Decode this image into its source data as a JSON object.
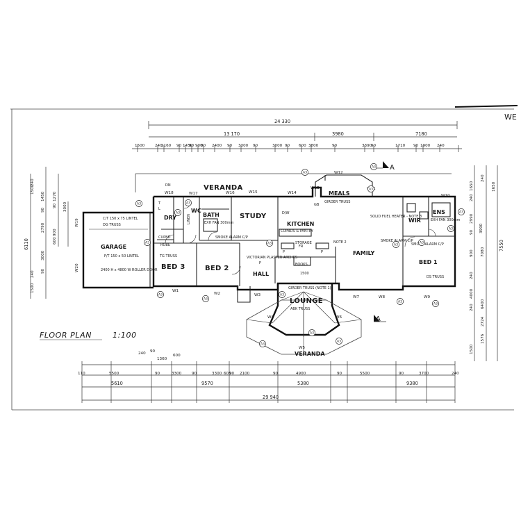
{
  "corner_label": "WE",
  "title": "FLOOR PLAN",
  "scale": "1:100",
  "rooms": {
    "veranda_front": "VERANDA",
    "meals": "MEALS",
    "bath": "BATH",
    "study": "STUDY",
    "kitchen": "KITCHEN",
    "wir": "WIR",
    "ens": "ENS",
    "dry": "DRY",
    "wc": "WC",
    "linen": "LINEN",
    "garage": "GARAGE",
    "bed3": "BED 3",
    "bed2": "BED 2",
    "hall": "HALL",
    "family": "FAMILY",
    "bed1": "BED 1",
    "lounge": "LOUNGE",
    "veranda_bay": "VERANDA",
    "robe": "ROBE",
    "cupbd": "CUPBD",
    "ldry": "L",
    "tl": "T",
    "gb": "GB"
  },
  "notes": {
    "garage_lintel1": "C/T 150 x 75 LINTEL",
    "garage_truss": "DG TRUSS",
    "garage_lintel2": "F/T 150 x 50 LINTEL",
    "garage_door": "2400 H x 4800 W ROLLER DOOR",
    "tg_truss": "TG TRUSS",
    "ds_truss": "DS TRUSS",
    "victorian_arches": "VICTORIAN PLASTER ARCHES",
    "girder_truss_top": "GIRDER TRUSS",
    "girder_truss_hall": "GIRDER TRUSS (NOTE 1)",
    "abk_truss": "ABK TRUSS",
    "solid_fuel": "SOLID FUEL HEATER - NOTE 3",
    "smoke_alarm_ens": "SMOKE ALARM C/P",
    "smoke_alarm_hall": "SMOKE ALARM C/P",
    "smoke_alarm_bed": "SMOKE ALARM C/P",
    "exhaust_bath": "EXH FAN 300mm",
    "exhaust_ens": "EXH FAN 300mm",
    "note2": "NOTE 2",
    "books": "BOOKS",
    "storage": "STORAGE",
    "cupboards": "CUPBDS & PANTRY",
    "dishwasher": "D/W",
    "fr": "FR",
    "p1": "P",
    "p2": "P",
    "p3": "P",
    "bay_1500": "1500",
    "dn": "DN"
  },
  "windows": [
    "W18",
    "W17",
    "W16",
    "W15",
    "W14",
    "W13",
    "W12",
    "W11",
    "W10",
    "W19",
    "W20",
    "W1",
    "W2",
    "W3",
    "W4",
    "W5",
    "W6",
    "W7",
    "W8",
    "W9"
  ],
  "section_marks": [
    "A",
    "A"
  ],
  "bubbles": [
    "A3",
    "A3",
    "A3",
    "A3",
    "A3",
    "A3",
    "A3",
    "A3",
    "A3",
    "A3",
    "A3",
    "A3",
    "A3",
    "A3",
    "A3",
    "A3",
    "A3",
    "A3",
    "A3",
    "A3"
  ],
  "dims_top": {
    "overall": "24 330",
    "left_group": "13 170",
    "g1": "3980",
    "g2": "7180",
    "row": [
      "1500",
      "240",
      "2160",
      "90",
      "1450",
      "90",
      "900",
      "90",
      "2400",
      "90",
      "3300",
      "90",
      "3000",
      "90",
      "600",
      "3800",
      "90",
      "3390",
      "90",
      "1710",
      "90",
      "1900",
      "240"
    ]
  },
  "dims_bottom": {
    "overall": "29 940",
    "row3": [
      "5610",
      "9570",
      "5380",
      "9380"
    ],
    "row2": [
      "110",
      "5500",
      "90",
      "3300",
      "90",
      "3300",
      "600",
      "90",
      "2100",
      "90",
      "4900",
      "90",
      "5500",
      "90",
      "3700",
      "240"
    ],
    "row1": [
      "240",
      "90",
      "1360",
      "600"
    ]
  },
  "dims_left": {
    "overall": "6110",
    "upper": [
      "240",
      "1500",
      "1450",
      "90",
      "1270",
      "90",
      "3000"
    ],
    "lower": [
      "2790",
      "900",
      "600",
      "3000",
      "90",
      "240",
      "1500"
    ]
  },
  "dims_right": {
    "overall": "7550",
    "inner": [
      "1650",
      "240",
      "2990",
      "90",
      "3990",
      "900",
      "240",
      "4000",
      "240",
      "1500"
    ],
    "outer": [
      "240",
      "1650",
      "7080",
      "6400",
      "2724",
      "1576"
    ]
  }
}
